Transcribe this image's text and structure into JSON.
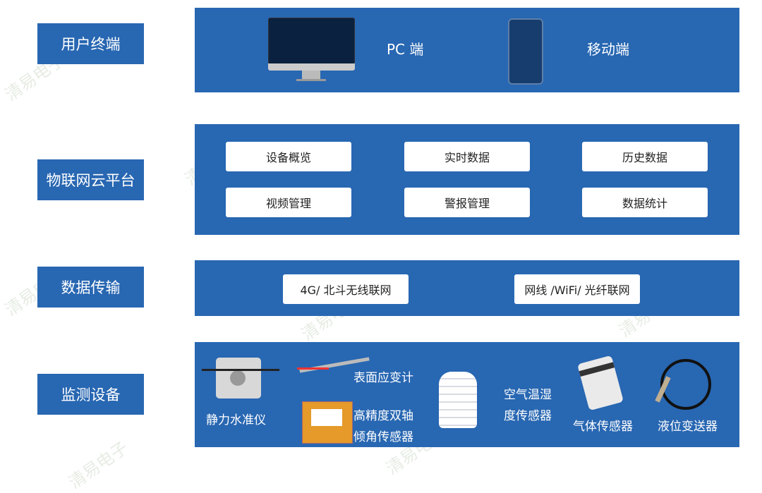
{
  "layers": [
    {
      "label": "用户终端"
    },
    {
      "label": "物联网云平台"
    },
    {
      "label": "数据传输"
    },
    {
      "label": "监测设备"
    }
  ],
  "terminal": {
    "pc": "PC 端",
    "mobile": "移动端"
  },
  "platform": {
    "items": [
      "设备概览",
      "实时数据",
      "历史数据",
      "视频管理",
      "警报管理",
      "数据统计"
    ]
  },
  "transmission": {
    "items": [
      "4G/ 北斗无线联网",
      "网线 /WiFi/ 光纤联网"
    ]
  },
  "devices": {
    "static_level": "静力水准仪",
    "strain": "表面应变计",
    "tilt_1": "高精度双轴",
    "tilt_2": "倾角传感器",
    "air_1": "空气温湿",
    "air_2": "度传感器",
    "gas": "气体传感器",
    "liquid": "液位变送器"
  },
  "watermark": "清易电子",
  "colors": {
    "primary": "#2867b2"
  }
}
